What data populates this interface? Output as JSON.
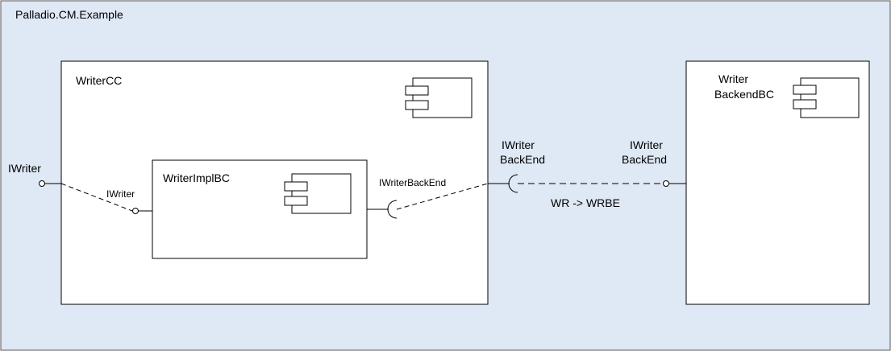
{
  "diagram": {
    "system_title": "Palladio.CM.Example",
    "composite_component": {
      "name": "WriterCC",
      "inner_component": {
        "name": "WriterImplBC"
      }
    },
    "backend_component": {
      "name_line1": "Writer",
      "name_line2": "BackendBC"
    },
    "interfaces": {
      "system_provided": "IWriter",
      "inner_provided": "IWriter",
      "inner_required": "IWriterBackEnd",
      "cc_required_line1": "IWriter",
      "cc_required_line2": "BackEnd",
      "backend_provided_line1": "IWriter",
      "backend_provided_line2": "BackEnd"
    },
    "connector_label": "WR -> WRBE",
    "colors": {
      "system_background": "#dfe8f5",
      "component_fill": "#ffffff",
      "stroke": "#000000",
      "outer_border": "#555555"
    },
    "icon": "component-icon"
  }
}
